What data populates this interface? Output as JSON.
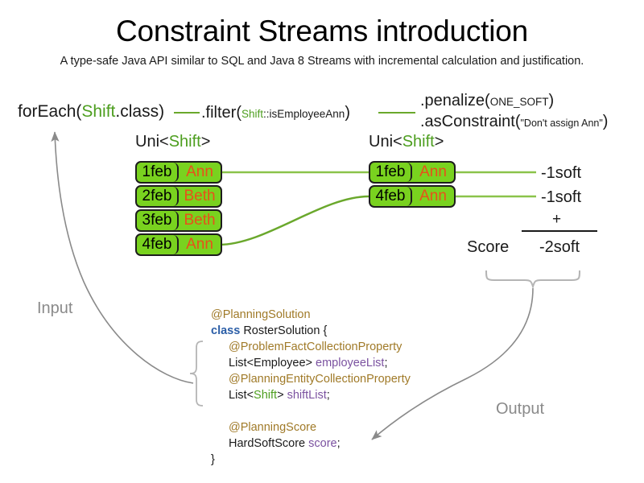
{
  "title": "Constraint Streams introduction",
  "subtitle": "A type-safe Java API similar to SQL and Java 8 Streams with incremental calculation and justification.",
  "pipeline": {
    "foreach_pre": "forEach(",
    "foreach_type": "Shift",
    "foreach_post": ".class)",
    "filter_pre": ".filter(",
    "filter_type": "Shift",
    "filter_method": "::isEmployeeAnn",
    "filter_post": ")",
    "penalize_pre": ".penalize(",
    "penalize_arg": "ONE_SOFT",
    "penalize_post": ")",
    "asconstraint_pre": ".asConstraint(",
    "asconstraint_arg": "\"Don't assign Ann\"",
    "asconstraint_post": ")"
  },
  "streams": {
    "left": {
      "label_pre": "Uni<",
      "label_type": "Shift",
      "label_post": ">",
      "tuples": [
        {
          "date": "1feb",
          "name": "Ann"
        },
        {
          "date": "2feb",
          "name": "Beth"
        },
        {
          "date": "3feb",
          "name": "Beth"
        },
        {
          "date": "4feb",
          "name": "Ann"
        }
      ]
    },
    "right": {
      "label_pre": "Uni<",
      "label_type": "Shift",
      "label_post": ">",
      "tuples": [
        {
          "date": "1feb",
          "name": "Ann",
          "impact": "-1soft"
        },
        {
          "date": "4feb",
          "name": "Ann",
          "impact": "-1soft"
        }
      ]
    }
  },
  "score": {
    "plus": "+",
    "word": "Score",
    "total": "-2soft"
  },
  "io": {
    "input": "Input",
    "output": "Output"
  },
  "code": {
    "lines": [
      {
        "id": "l1",
        "indent": 0,
        "parts": [
          {
            "t": "@PlanningSolution",
            "c": "ann"
          }
        ]
      },
      {
        "id": "l2",
        "indent": 0,
        "parts": [
          {
            "t": "class ",
            "c": "kw"
          },
          {
            "t": "RosterSolution {",
            "c": ""
          }
        ]
      },
      {
        "id": "l3",
        "indent": 1,
        "parts": [
          {
            "t": "@ProblemFactCollectionProperty",
            "c": "ann"
          }
        ]
      },
      {
        "id": "l4",
        "indent": 1,
        "parts": [
          {
            "t": "List<Employee> ",
            "c": ""
          },
          {
            "t": "employeeList",
            "c": "fld"
          },
          {
            "t": ";",
            "c": ""
          }
        ]
      },
      {
        "id": "l5",
        "indent": 1,
        "parts": [
          {
            "t": "@PlanningEntityCollectionProperty",
            "c": "ann"
          }
        ]
      },
      {
        "id": "l6",
        "indent": 1,
        "parts": [
          {
            "t": "List<",
            "c": ""
          },
          {
            "t": "Shift",
            "c": "typ"
          },
          {
            "t": "> ",
            "c": ""
          },
          {
            "t": "shiftList",
            "c": "fld"
          },
          {
            "t": ";",
            "c": ""
          }
        ]
      },
      {
        "id": "l7",
        "indent": 1,
        "parts": [
          {
            "t": " ",
            "c": ""
          }
        ]
      },
      {
        "id": "l8",
        "indent": 1,
        "parts": [
          {
            "t": "@PlanningScore",
            "c": "ann"
          }
        ]
      },
      {
        "id": "l9",
        "indent": 1,
        "parts": [
          {
            "t": "HardSoftScore ",
            "c": ""
          },
          {
            "t": "score",
            "c": "fld"
          },
          {
            "t": ";",
            "c": ""
          }
        ]
      },
      {
        "id": "l10",
        "indent": 0,
        "parts": [
          {
            "t": "}",
            "c": ""
          }
        ]
      }
    ]
  },
  "colors": {
    "green_type": "#4d9e1f",
    "tuple_fill": "#79d21f",
    "tuple_border": "#1d1d1d",
    "name_text": "#e8501a",
    "connector": "#6aa82c",
    "annotation": "#a07a28",
    "keyword": "#2b5ea7",
    "field": "#7b52a0",
    "io_gray": "#8a8a8a"
  }
}
